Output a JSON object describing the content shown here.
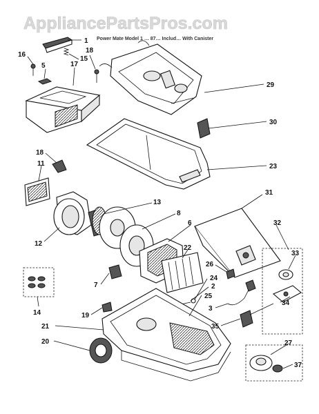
{
  "watermark": "AppliancePartsPros.com",
  "header": "Power Mate Model 1 … 87… Includ… With Canister",
  "callouts": [
    "1",
    "16",
    "5",
    "15",
    "17",
    "18",
    "29",
    "30",
    "23",
    "18",
    "11",
    "31",
    "13",
    "8",
    "6",
    "32",
    "12",
    "22",
    "33",
    "26",
    "24",
    "2",
    "7",
    "25",
    "3",
    "14",
    "19",
    "21",
    "34",
    "35",
    "20",
    "27",
    "37"
  ]
}
